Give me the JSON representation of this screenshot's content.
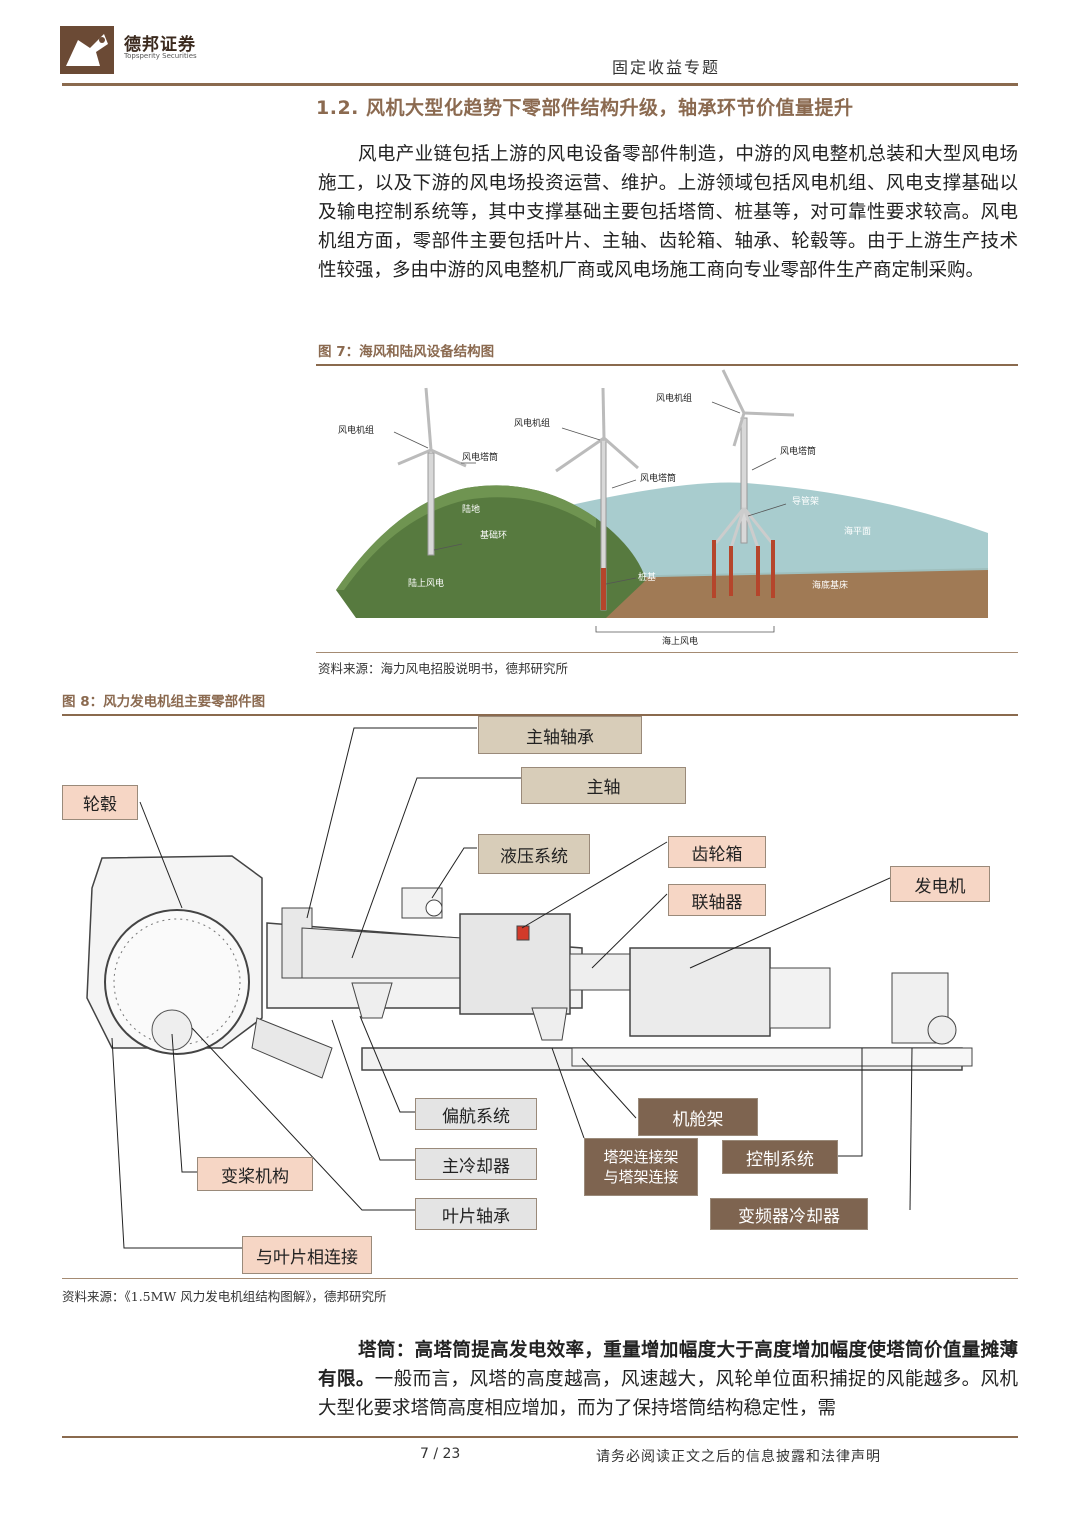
{
  "header": {
    "logo_cn": "德邦证券",
    "logo_en": "Topsperity Securities",
    "title": "固定收益专题"
  },
  "section": {
    "title": "1.2. 风机大型化趋势下零部件结构升级，轴承环节价值量提升",
    "paragraph": "风电产业链包括上游的风电设备零部件制造，中游的风电整机总装和大型风电场施工，以及下游的风电场投资运营、维护。上游领域包括风电机组、风电支撑基础以及输电控制系统等，其中支撑基础主要包括塔筒、桩基等，对可靠性要求较高。风电机组方面，零部件主要包括叶片、主轴、齿轮箱、轴承、轮毂等。由于上游生产技术性较强，多由中游的风电整机厂商或风电场施工商向专业零部件生产商定制采购。"
  },
  "figure7": {
    "caption": "图 7：海风和陆风设备结构图",
    "labels": {
      "turbine1": "风电机组",
      "tower1": "风电塔筒",
      "turbine2": "风电机组",
      "tower2": "风电塔筒",
      "turbine3": "风电机组",
      "tower3": "风电塔筒",
      "land": "陆地",
      "foundation_ring": "基础环",
      "onshore": "陆上风电",
      "jacket": "导管架",
      "sea_level": "海平面",
      "pile": "桩基",
      "seabed": "海底基床",
      "offshore": "海上风电"
    },
    "source": "资料来源：海力风电招股说明书，德邦研究所"
  },
  "figure8": {
    "caption": "图 8：风力发电机组主要零部件图",
    "labels": {
      "main_bearing": "主轴轴承",
      "main_shaft": "主轴",
      "hub": "轮毂",
      "hydraulic": "液压系统",
      "gearbox": "齿轮箱",
      "coupling": "联轴器",
      "generator": "发电机",
      "yaw": "偏航系统",
      "nacelle_frame": "机舱架",
      "main_cooler": "主冷却器",
      "tower_connect": "塔架连接架\n与塔架连接",
      "control": "控制系统",
      "pitch": "变桨机构",
      "blade_bearing": "叶片轴承",
      "converter_cooler": "变频器冷却器",
      "blade_connect": "与叶片相连接"
    },
    "source": "资料来源：《1.5MW 风力发电机组结构图解》，德邦研究所"
  },
  "tower_paragraph": {
    "bold": "塔筒：高塔筒提高发电效率，重量增加幅度大于高度增加幅度使塔筒价值量摊薄有限。",
    "text": "一般而言，风塔的高度越高，风速越大，风轮单位面积捕捉的风能越多。风机大型化要求塔筒高度相应增加，而为了保持塔筒结构稳定性，需"
  },
  "footer": {
    "page": "7 / 23",
    "note": "请务必阅读正文之后的信息披露和法律声明"
  }
}
